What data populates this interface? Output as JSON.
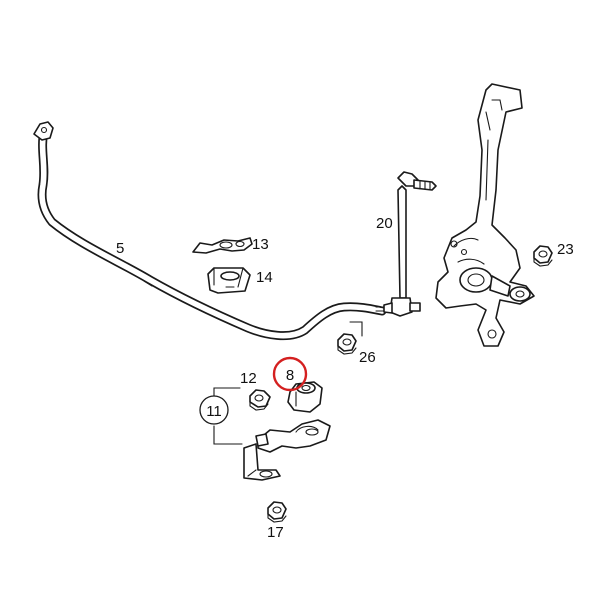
{
  "colors": {
    "highlight": "#d42020",
    "line": "#1a1a1a",
    "background": "#ffffff"
  },
  "callouts": {
    "c5": "5",
    "c8": "8",
    "c11": "11",
    "c12": "12",
    "c13": "13",
    "c14": "14",
    "c17": "17",
    "c20": "20",
    "c23": "23",
    "c26": "26"
  },
  "highlighted_part": "8"
}
